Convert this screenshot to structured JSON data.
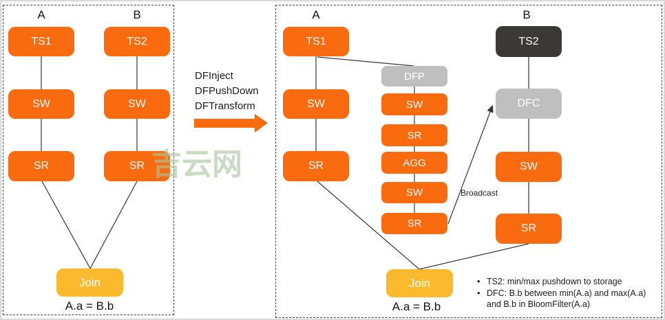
{
  "watermark_text": "吉云网",
  "transform_labels": {
    "line1": "DFInject",
    "line2": "DFPushDown",
    "line3": "DFTransform"
  },
  "left_panel": {
    "col_a": "A",
    "col_b": "B",
    "nodes": {
      "ts1": "TS1",
      "sw_a": "SW",
      "sr_a": "SR",
      "ts2": "TS2",
      "sw_b": "SW",
      "sr_b": "SR",
      "join": "Join"
    },
    "condition": "A.a = B.b"
  },
  "right_panel": {
    "col_a": "A",
    "col_b": "B",
    "nodes": {
      "ts1": "TS1",
      "sw_a": "SW",
      "sr_a": "SR",
      "dfp": "DFP",
      "sw_m1": "SW",
      "sr_m1": "SR",
      "agg": "AGG",
      "sw_m2": "SW",
      "sr_m2": "SR",
      "ts2": "TS2",
      "dfc": "DFC",
      "sw_b": "SW",
      "sr_b": "SR",
      "join": "Join"
    },
    "broadcast": "Broadcast",
    "condition": "A.a = B.b",
    "notes": [
      "TS2: min/max pushdown to storage",
      "DFC: B.b between min(A.a) and max(A.a) and B.b in BloomFilter(A.a)"
    ]
  },
  "colors": {
    "orange": "#FA6A0E",
    "gold": "#FBB92E",
    "gray": "#BFBFBF",
    "dark": "#3B3838"
  }
}
